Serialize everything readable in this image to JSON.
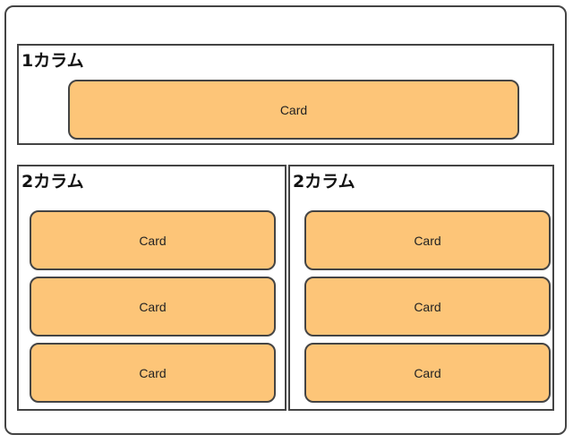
{
  "colors": {
    "card_fill": "#FDC578",
    "border": "#444444"
  },
  "sections": {
    "one_column": {
      "title": "1カラム",
      "cards": [
        "Card"
      ]
    },
    "two_column_left": {
      "title": "2カラム",
      "cards": [
        "Card",
        "Card",
        "Card"
      ]
    },
    "two_column_right": {
      "title": "2カラム",
      "cards": [
        "Card",
        "Card",
        "Card"
      ]
    }
  }
}
